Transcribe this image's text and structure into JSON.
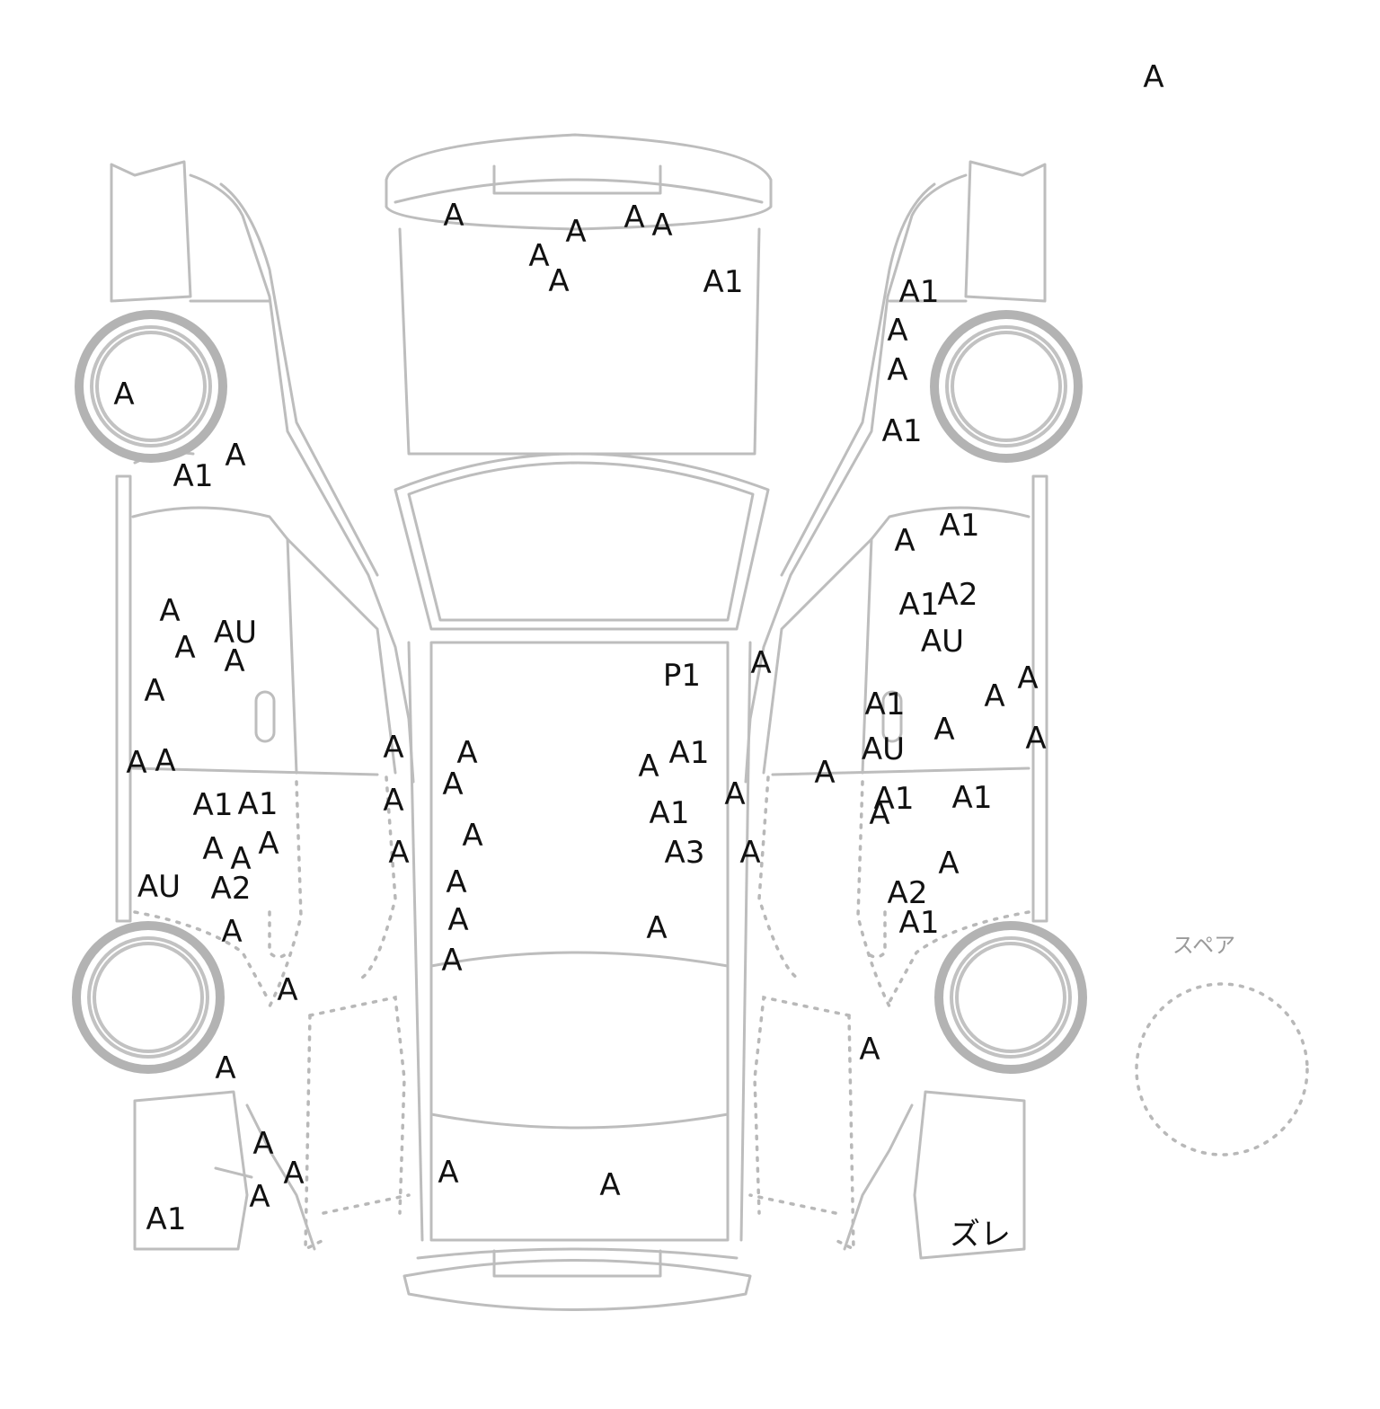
{
  "spare": {
    "label": "スペア"
  },
  "damage_marks": {
    "m1": "A",
    "m2": "A",
    "m3": "A",
    "m4": "A",
    "m5": "A",
    "m6": "A",
    "m7": "A",
    "m8": "A1",
    "m9": "A1",
    "m10": "A",
    "m11": "A",
    "m12": "A1",
    "m13": "A",
    "m14": "A1",
    "m15": "A",
    "m16": "A",
    "m17": "AU",
    "m18": "A",
    "m19": "A",
    "m20": "A",
    "m21": "A",
    "m22": "A",
    "m23": "A1",
    "m24": "A1",
    "m25": "A",
    "m26": "A",
    "m27": "A",
    "m28": "AU",
    "m29": "A2",
    "m30": "A",
    "m31": "A",
    "m32": "A",
    "m33": "A",
    "m34": "A",
    "m35": "A",
    "m36": "A1",
    "m37": "A",
    "m38": "A",
    "m39": "A",
    "m40": "A",
    "m41": "A",
    "m42": "A",
    "m43": "A",
    "m44": "A",
    "m45": "A",
    "m46": "A",
    "m47": "P1",
    "m48": "A",
    "m49": "A1",
    "m50": "A",
    "m51": "A1",
    "m52": "A3",
    "m53": "A",
    "m54": "A",
    "m55": "A",
    "m56": "A",
    "m57": "A",
    "m58": "A1",
    "m59": "A",
    "m60": "A1",
    "m61": "A2",
    "m62": "AU",
    "m63": "A",
    "m64": "A",
    "m65": "A1",
    "m66": "AU",
    "m67": "A",
    "m68": "A",
    "m69": "A1",
    "m70": "A1",
    "m71": "A",
    "m72": "A",
    "m73": "A2",
    "m74": "A1",
    "m75": "A",
    "m76": "ズレ"
  }
}
